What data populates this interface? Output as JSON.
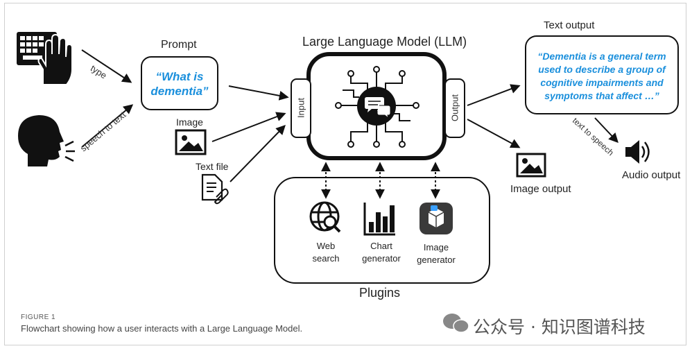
{
  "diagram": {
    "title": "Large Language Model (LLM)",
    "inputs": {
      "prompt_title": "Prompt",
      "prompt_text_line1": "“What is",
      "prompt_text_line2": "dementia”",
      "image_label": "Image",
      "text_file_label": "Text file",
      "type_label": "type",
      "speech_label": "speech to text"
    },
    "llm": {
      "input_label": "Input",
      "output_label": "Output"
    },
    "outputs": {
      "text_output_title": "Text output",
      "text_output_lines": [
        "“Dementia is a general term",
        "used to describe a group of",
        "cognitive impairments and",
        "symptoms that affect …”"
      ],
      "text_to_speech_label": "text to speech",
      "audio_output_label": "Audio output",
      "image_output_label": "Image output"
    },
    "plugins": {
      "title": "Plugins",
      "web_search_line1": "Web",
      "web_search_line2": "search",
      "chart_gen_line1": "Chart",
      "chart_gen_line2": "generator",
      "image_gen_line1": "Image",
      "image_gen_line2": "generator"
    }
  },
  "figure": {
    "label": "FIGURE 1",
    "caption": "Flowchart showing how a user interacts with a Large Language Model."
  },
  "watermark": "公众号 · 知识图谱科技",
  "colors": {
    "quote_blue": "#1a8fdc",
    "line_black": "#111111"
  }
}
